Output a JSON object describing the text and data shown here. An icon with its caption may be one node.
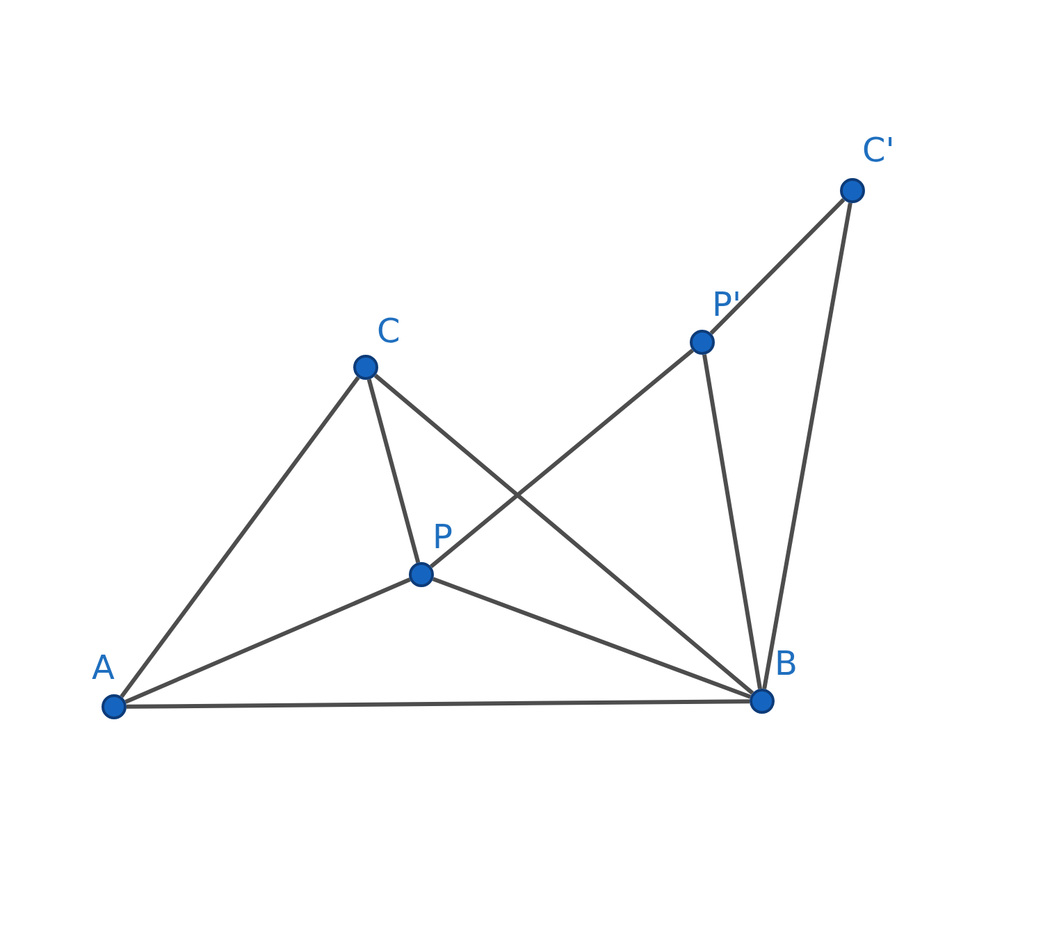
{
  "diagram": {
    "nodes": [
      {
        "text": [
          "A"
        ]
      },
      {
        "text": [
          "B"
        ]
      },
      {
        "text": [
          "C"
        ]
      },
      {
        "text": [
          "P"
        ]
      },
      {
        "text": [
          "P'"
        ]
      },
      {
        "text": [
          "C'"
        ]
      }
    ],
    "edges": [
      {
        "from": 0,
        "to": 2,
        "arrow": "none"
      },
      {
        "from": 0,
        "to": 3,
        "arrow": "none"
      },
      {
        "from": 0,
        "to": 1,
        "arrow": "none"
      },
      {
        "from": 2,
        "to": 3,
        "arrow": "none"
      },
      {
        "from": 2,
        "to": 1,
        "arrow": "none"
      },
      {
        "from": 3,
        "to": 1,
        "arrow": "none"
      },
      {
        "from": 3,
        "to": 4,
        "arrow": "none"
      },
      {
        "from": 4,
        "to": 5,
        "arrow": "none"
      },
      {
        "from": 4,
        "to": 1,
        "arrow": "none"
      },
      {
        "from": 5,
        "to": 1,
        "arrow": "none"
      }
    ]
  }
}
